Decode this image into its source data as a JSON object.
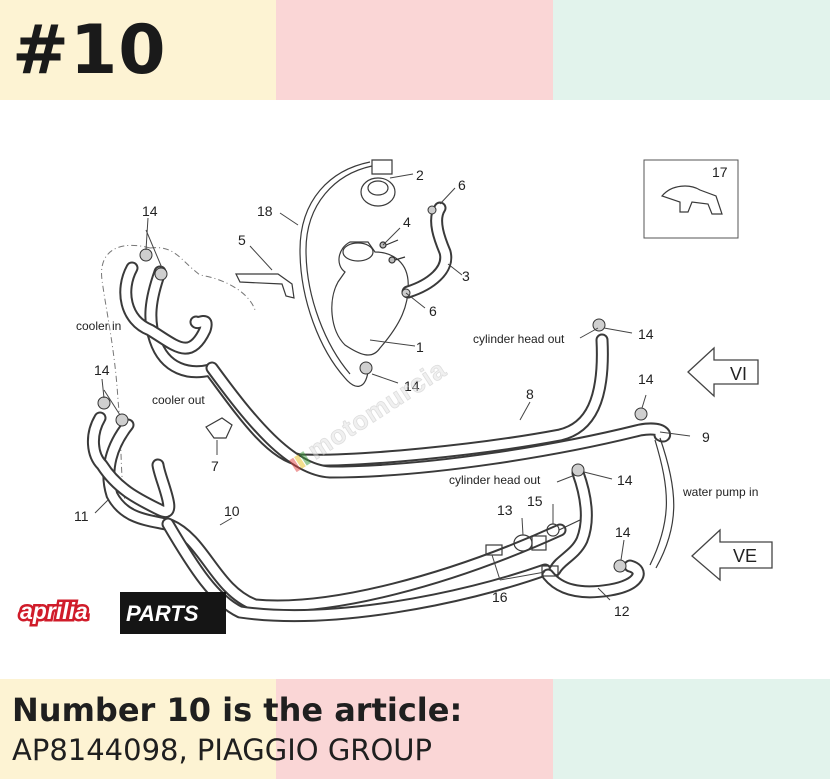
{
  "header": {
    "badge": "#10"
  },
  "diagram": {
    "part_numbers": [
      "1",
      "2",
      "3",
      "4",
      "5",
      "6",
      "6",
      "7",
      "8",
      "9",
      "10",
      "11",
      "12",
      "13",
      "14",
      "14",
      "14",
      "14",
      "14",
      "14",
      "14",
      "15",
      "16",
      "17",
      "18"
    ],
    "labels": {
      "cooler_in": "cooler in",
      "cooler_out": "cooler out",
      "cyl_head_out_upper": "cylinder head out",
      "cyl_head_out_lower": "cylinder head out",
      "water_pump_in": "water pump in",
      "arrow_vi": "VI",
      "arrow_ve": "VE"
    },
    "watermark": "motomurcia",
    "logo": {
      "brand": "aprilia",
      "suffix": "PARTS"
    }
  },
  "caption": {
    "title": "Number 10 is the article:",
    "subtitle": "AP8144098, PIAGGIO GROUP"
  }
}
